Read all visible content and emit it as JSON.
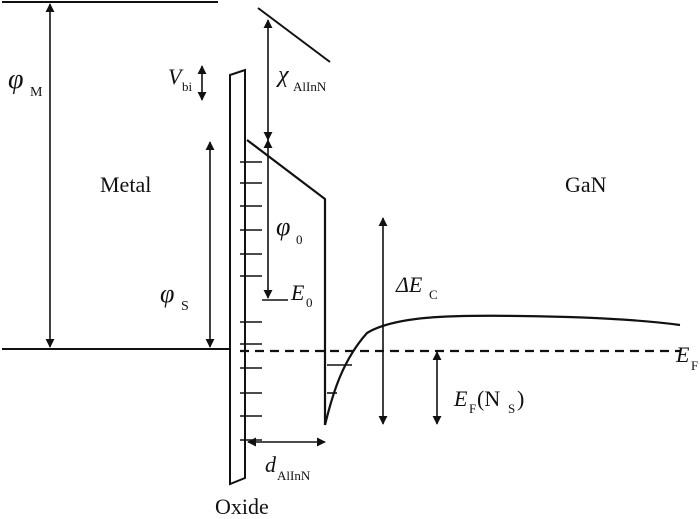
{
  "regions": {
    "metal": "Metal",
    "semiconductor": "GaN",
    "oxide": "Oxide"
  },
  "symbols": {
    "phi_m": "φ",
    "phi_m_sub": "M",
    "v_bi": "V",
    "v_bi_sub": "bi",
    "chi": "χ",
    "chi_sub": "AlInN",
    "phi_0": "φ",
    "phi_0_sub": "0",
    "phi_s": "φ",
    "phi_s_sub": "S",
    "e_0": "E",
    "e_0_sub": "0",
    "delta_ec": "ΔE",
    "delta_ec_sub": "C",
    "e_f": "E",
    "e_f_sub": "F",
    "ef_ns": "E",
    "ef_ns_sub": "F",
    "ef_ns_paren_open": "(N",
    "ef_ns_ns_sub": "S",
    "ef_ns_paren_close": ")",
    "d": "d",
    "d_sub": "AlInN"
  },
  "colors": {
    "ink": "#111111",
    "background": "#ffffff"
  }
}
